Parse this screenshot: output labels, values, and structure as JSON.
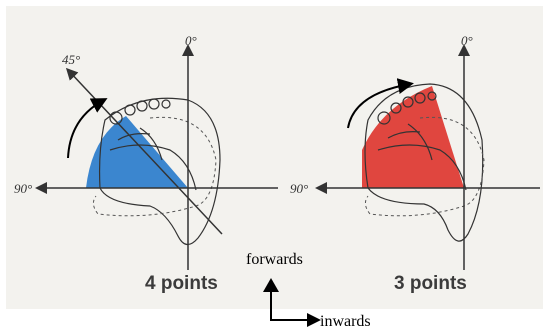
{
  "panels": [
    {
      "id": "left",
      "axis_top": "0°",
      "axis_left": "90°",
      "axis_diag": "45°",
      "score": "4 points",
      "fill": "#3b86cf"
    },
    {
      "id": "right",
      "axis_top": "0°",
      "axis_left": "90°",
      "score": "3 points",
      "fill": "#e0463f"
    }
  ],
  "directions": {
    "forwards": "forwards",
    "inwards": "inwards"
  }
}
